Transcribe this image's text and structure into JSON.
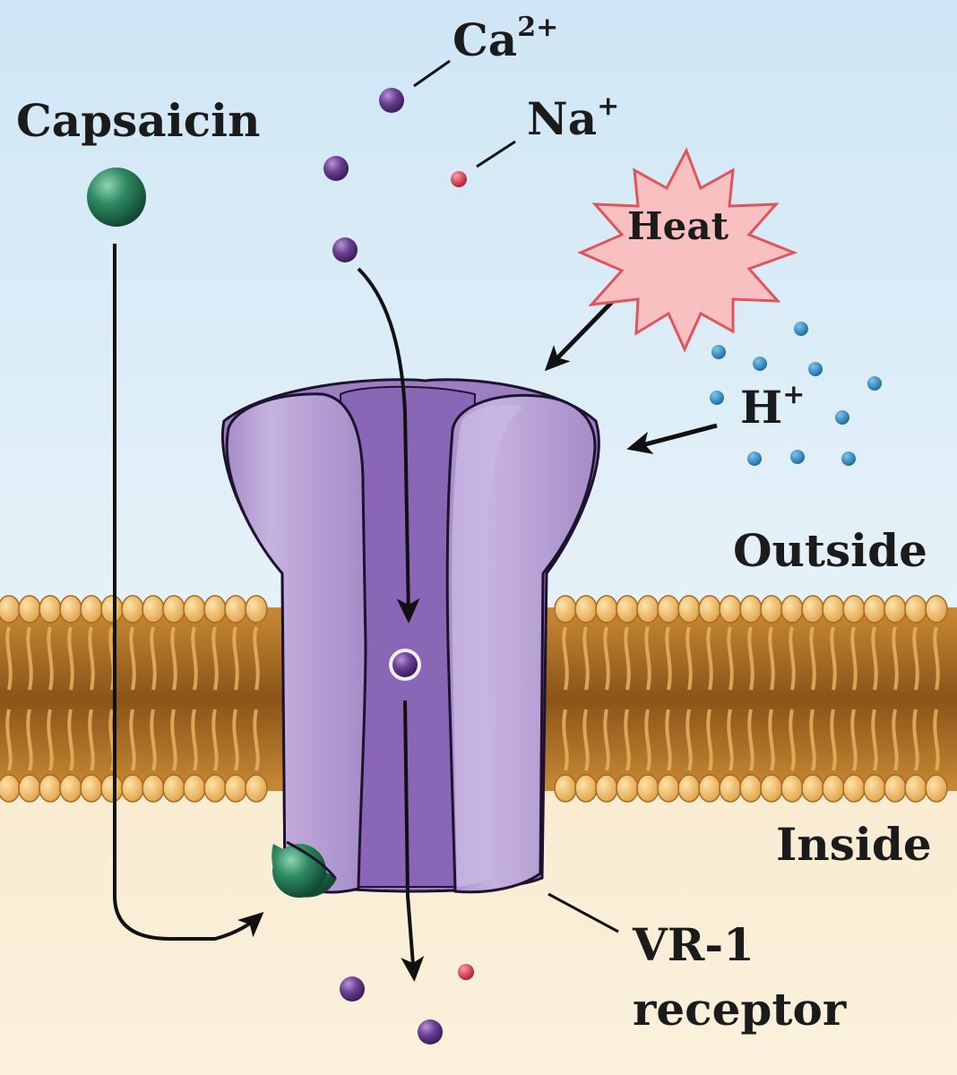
{
  "labels": {
    "capsaicin": "Capsaicin",
    "calcium": "Ca",
    "calcium_charge": "2+",
    "sodium": "Na",
    "sodium_charge": "+",
    "heat": "Heat",
    "proton": "H",
    "proton_charge": "+",
    "outside": "Outside",
    "inside": "Inside",
    "receptor_line1": "VR-1",
    "receptor_line2": "receptor"
  },
  "colors": {
    "outside_bg": "#dcedf8",
    "inside_bg": "#f8ead0",
    "membrane": "#d9a24e",
    "lipid_head": "#f2c06f",
    "channel": "#b39ad0",
    "channel_pore": "#8f6cba",
    "capsaicin": "#1f6e4f",
    "calcium": "#6b3f93",
    "sodium": "#d6324b",
    "proton": "#2f86c0",
    "heat_burst": "#f8b7b9"
  }
}
